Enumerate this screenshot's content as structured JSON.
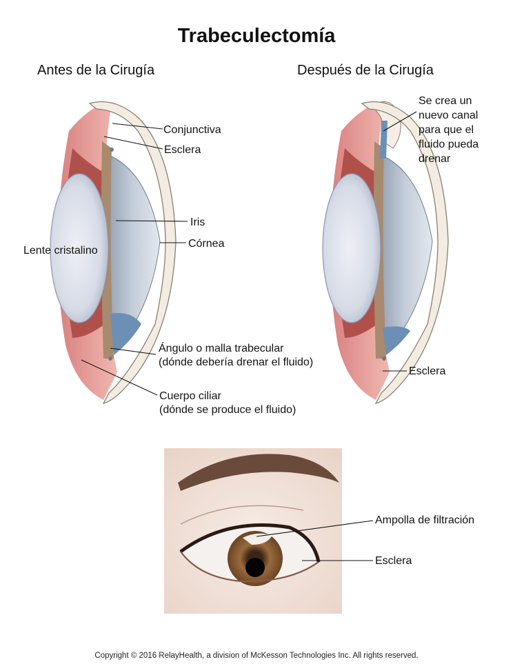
{
  "title": "Trabeculectomía",
  "left_panel": {
    "heading": "Antes de la Cirugía",
    "labels": {
      "conjunctiva": "Conjunctiva",
      "sclera": "Esclera",
      "iris": "Iris",
      "cornea": "Córnea",
      "lens": "Lente cristalino",
      "angle_line1": "Ángulo o malla trabecular",
      "angle_line2": "(dónde debería drenar el fluido)",
      "ciliary_line1": "Cuerpo ciliar",
      "ciliary_line2": "(dónde se produce el fluido)"
    }
  },
  "right_panel": {
    "heading": "Después de la Cirugía",
    "labels": {
      "canal_line1": "Se crea un",
      "canal_line2": "nuevo canal",
      "canal_line3": "para que el",
      "canal_line4": "fluido pueda",
      "canal_line5": "drenar",
      "sclera": "Esclera"
    }
  },
  "bottom_panel": {
    "labels": {
      "bleb": "Ampolla de filtración",
      "sclera": "Esclera"
    }
  },
  "copyright": "Copyright © 2016 RelayHealth, a division of McKesson Technologies Inc. All rights reserved.",
  "colors": {
    "cornea": "#b8c4d2",
    "lens": "#dde2ec",
    "iris_tissue": "#a88a6e",
    "ciliary": "#e8a0a0",
    "muscle": "#b0504a",
    "drain_blue": "#6c8fb5",
    "iris_eye": "#8a6038"
  }
}
